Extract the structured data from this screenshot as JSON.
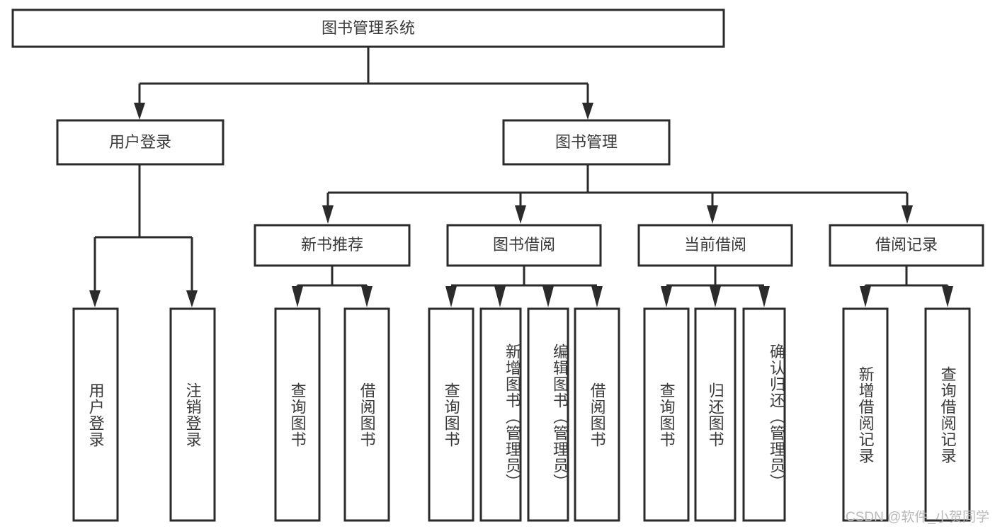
{
  "diagram": {
    "type": "tree",
    "title": "图书管理系统",
    "orientation": "top-down",
    "root": {
      "label": "图书管理系统",
      "level": 0
    },
    "level1": [
      {
        "label": "用户登录"
      },
      {
        "label": "图书管理"
      }
    ],
    "level2": [
      {
        "label": "新书推荐",
        "parent": "图书管理"
      },
      {
        "label": "图书借阅",
        "parent": "图书管理"
      },
      {
        "label": "当前借阅",
        "parent": "图书管理"
      },
      {
        "label": "借阅记录",
        "parent": "图书管理"
      }
    ],
    "leaves": {
      "user_login": [
        {
          "label": "用户登录"
        },
        {
          "label": "注销登录"
        }
      ],
      "new_book_recommend": [
        {
          "label": "查询图书"
        },
        {
          "label": "借阅图书"
        }
      ],
      "book_borrow": [
        {
          "label": "查询图书"
        },
        {
          "label": "新增图书（管理员）"
        },
        {
          "label": "编辑图书（管理员）"
        },
        {
          "label": "借阅图书"
        }
      ],
      "current_borrow": [
        {
          "label": "查询图书"
        },
        {
          "label": "归还图书"
        },
        {
          "label": "确认归还（管理员）"
        }
      ],
      "borrow_record": [
        {
          "label": "新增借阅记录"
        },
        {
          "label": "查询借阅记录"
        }
      ]
    }
  },
  "colors": {
    "box_stroke": "#2b2b2b",
    "box_fill": "#ffffff",
    "text": "#3a3a3a",
    "background": "#ffffff",
    "watermark": "#b9b9b9"
  },
  "watermark": {
    "text": "CSDN @软件_小贺同学"
  }
}
